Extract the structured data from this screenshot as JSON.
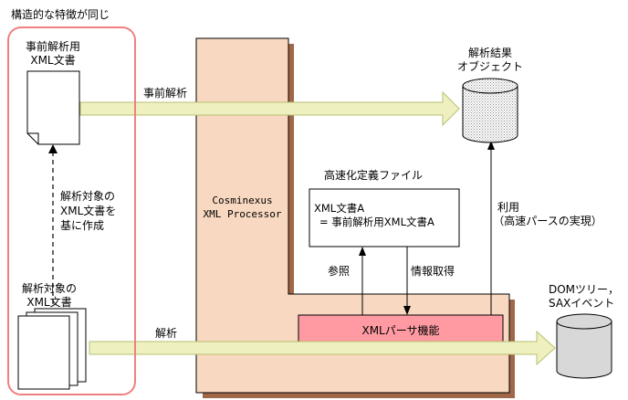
{
  "diagram": {
    "group_title": "構造的な特徴が同じ",
    "preparse_doc_label": [
      "事前解析用",
      "XML文書"
    ],
    "target_doc_label": [
      "解析対象の",
      "XML文書"
    ],
    "create_note": [
      "解析対象の",
      "XML文書を",
      "基に作成"
    ],
    "preparse_arrow_label": "事前解析",
    "parse_arrow_label": "解析",
    "processor_label": [
      "Cosminexus",
      "XML Processor"
    ],
    "accel_file_title": "高速化定義ファイル",
    "accel_file_content": [
      "XML文書A",
      "= 事前解析用XML文書A"
    ],
    "refer_label": "参照",
    "info_label": "情報取得",
    "use_label": [
      "利用",
      "（高速パースの実現）"
    ],
    "result_object_label": [
      "解析結果",
      "オブジェクト"
    ],
    "parser_label": "XMLパーサ機能",
    "dom_sax_label": [
      "DOMツリー，",
      "SAXイベント"
    ]
  },
  "colors": {
    "group_border": "#f08080",
    "processor_fill": "#f8d8c0",
    "processor_shadow": "#a06848",
    "parser_fill": "#ff9aa2",
    "arrow_fill": "#eef0c0",
    "arrow_stroke": "#b8c070",
    "cylinder_fill": "#d8d8d8"
  }
}
